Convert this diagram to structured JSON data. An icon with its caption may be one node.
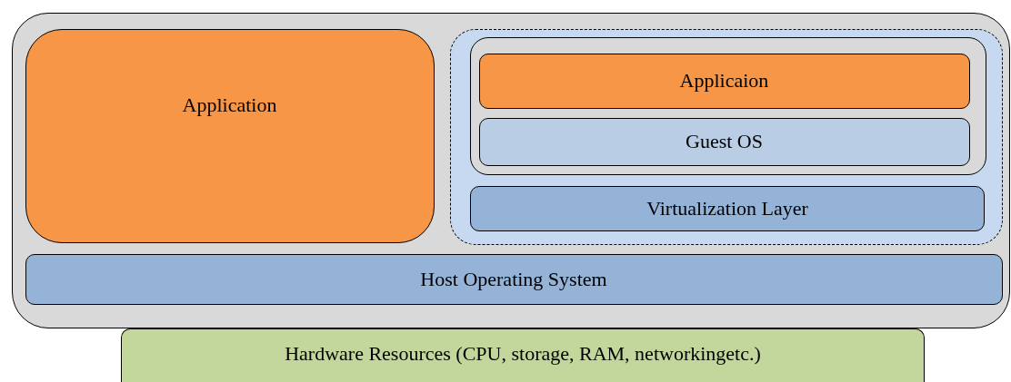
{
  "diagram": {
    "nodes": [
      {
        "text": [],
        "shape": "box"
      },
      {
        "text": [
          "Application"
        ],
        "in": 0
      },
      {
        "text": [],
        "shape": "box",
        "in": 0
      },
      {
        "text": [],
        "shape": "box",
        "in": 2
      },
      {
        "text": [
          "Applicaion"
        ],
        "in": 3
      },
      {
        "text": [
          "Guest OS"
        ],
        "in": 3
      },
      {
        "text": [
          "Virtualization Layer"
        ],
        "in": 2
      },
      {
        "text": [
          "Host Operating System"
        ],
        "in": 0
      },
      {
        "text": [
          "Hardware Resources (CPU, storage, RAM, networkingetc.)"
        ]
      }
    ],
    "edges": []
  }
}
